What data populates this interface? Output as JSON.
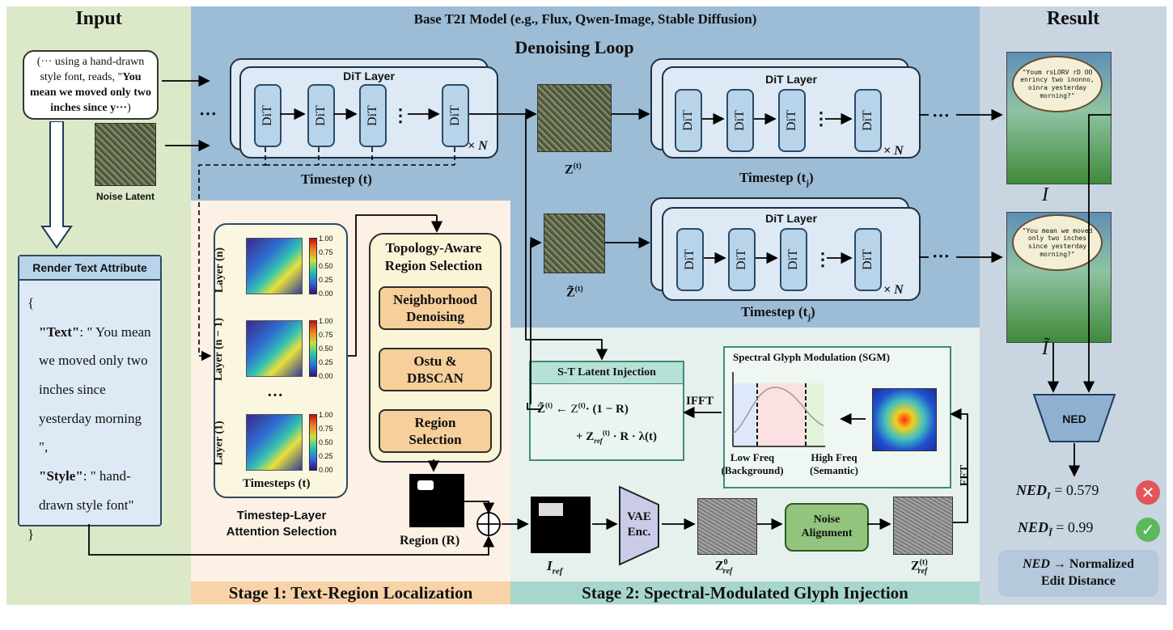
{
  "input": {
    "title": "Input",
    "prompt_text_1": "(··· using a hand-drawn style font, reads, \"",
    "prompt_text_bold": "You mean we moved only two inches since y···",
    "prompt_text_2": ")",
    "noise_latent": "Noise Latent",
    "render_title": "Render Text Attribute",
    "render_open": "{",
    "render_text_key": "\"Text\"",
    "render_text_val": ": \" You mean we moved only two inches since yesterday morning \",",
    "render_style_key": "\"Style\"",
    "render_style_val": ": \" hand-drawn style font\"",
    "render_close": "}"
  },
  "base": {
    "title": "Base T2I Model (e.g., Flux, Qwen-Image, Stable Diffusion)",
    "loop_title": "Denoising Loop",
    "dit_layer": "DiT  Layer",
    "dit": "DiT",
    "times_n": "× N",
    "ellipsis": "···",
    "vdots": "⋮",
    "timestep_t": "Timestep (t)",
    "timestep_tj": "Timestep  (t",
    "tj_sub": "j",
    "z_t": "Z",
    "z_sup": "(t)",
    "ztilde": "Z̃"
  },
  "stage1": {
    "title": "Stage 1: Text-Region Localization",
    "layers": [
      "Layer (n)",
      "Layer (n − 1)",
      "Layer (1)"
    ],
    "cbar_ticks": [
      "1.00",
      "0.75",
      "0.50",
      "0.25",
      "0.00"
    ],
    "vdots": "···",
    "timesteps": "Timesteps (t)",
    "tla_title": "Timestep-Layer\nAttention Selection",
    "topo_title": "Topology-Aware\nRegion Selection",
    "steps": [
      "Neighborhood\nDenoising",
      "Ostu &\nDBSCAN",
      "Region\nSelection"
    ],
    "region_label": "Region (R)"
  },
  "stage2": {
    "title": "Stage 2: Spectral-Modulated Glyph Injection",
    "st_title": "S-T Latent Injection",
    "st_eq1_lhs": "Z̃",
    "st_eq1_mid": "← Z",
    "st_eq1_rhs": "· (1 − R)",
    "st_eq2": "+ Z",
    "st_eq2_sub": "ref",
    "st_eq2_rhs": "· R · λ(t)",
    "sgm_title": "Spectral Glyph Modulation (SGM)",
    "ifft": "IFFT",
    "fft": "FFT",
    "low_freq": "Low Freq\n(Background)",
    "high_freq": "High Freq\n(Semantic)",
    "iref": "I",
    "ref_sub": "ref",
    "vae": "VAE\nEnc.",
    "z0": "Z",
    "z0_sup": "0",
    "noise_align": "Noise\nAlignment",
    "zt_sup": "(t)"
  },
  "result": {
    "title": "Result",
    "img_I": "I",
    "img_Itilde": "Ĩ",
    "bubble1": "\"Youm rsLORV rD OO enrincy two inonno, oinra yesterday morning?\"",
    "bubble2": "\"You mean we moved only two inches since yesterday morning?\"",
    "ned": "NED",
    "ned_I_val": "= 0.579",
    "ned_It_val": "= 0.99",
    "ned_def_1": "NED",
    "ned_def_2": "→ Normalized\nEdit Distance"
  },
  "colors": {
    "input_bg": "#dbe9c8",
    "base_bg": "#9dbcd6",
    "stage1_bg": "#fdf1e6",
    "stage2_bg": "#e6f1ee",
    "result_bg": "#c9d6e2",
    "red": "#e0565b",
    "green": "#5cb85c"
  }
}
